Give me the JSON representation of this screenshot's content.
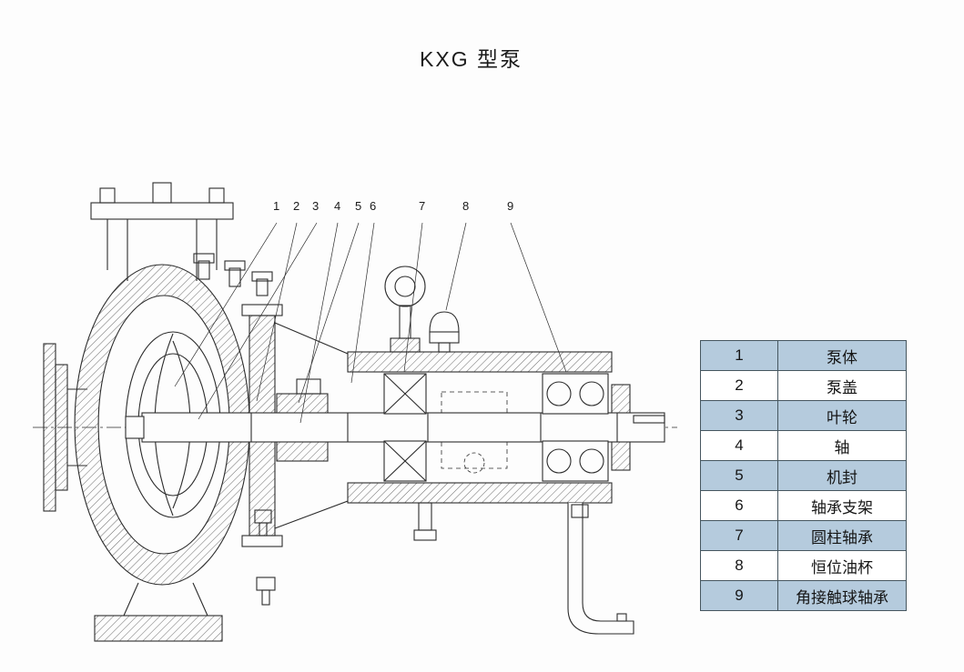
{
  "page": {
    "title": "KXG 型泵",
    "background": "#fdfdfd"
  },
  "callouts": [
    "1",
    "2",
    "3",
    "4",
    "5",
    "6",
    "7",
    "8",
    "9"
  ],
  "parts_table": {
    "rows": [
      {
        "num": "1",
        "name": "泵体"
      },
      {
        "num": "2",
        "name": "泵盖"
      },
      {
        "num": "3",
        "name": "叶轮"
      },
      {
        "num": "4",
        "name": "轴"
      },
      {
        "num": "5",
        "name": "机封"
      },
      {
        "num": "6",
        "name": "轴承支架"
      },
      {
        "num": "7",
        "name": "圆柱轴承"
      },
      {
        "num": "8",
        "name": "恒位油杯"
      },
      {
        "num": "9",
        "name": "角接触球轴承"
      }
    ],
    "row_color_odd": "#b5cbdd",
    "row_color_even": "#ffffff",
    "border_color": "#46565f"
  },
  "diagram": {
    "description": "KXG pump cross-section engineering drawing",
    "line_color": "#2c2c2c"
  }
}
